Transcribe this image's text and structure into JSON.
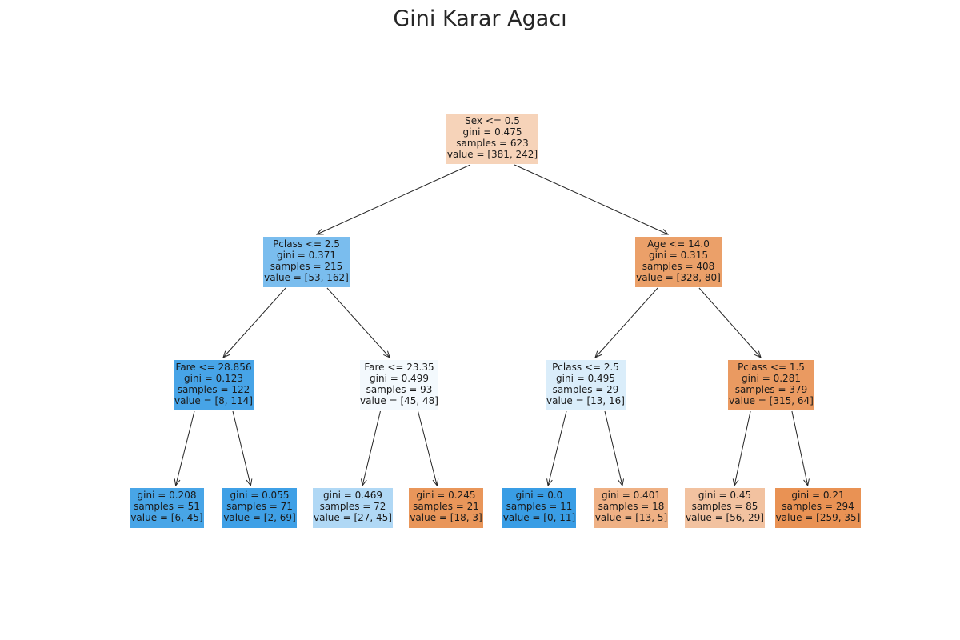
{
  "title": "Gini Karar Agacı",
  "nodes": [
    {
      "id": "n0",
      "lines": [
        "Sex <= 0.5",
        "gini = 0.475",
        "samples = 623",
        "value = [381, 242]"
      ],
      "color": "#f6d3b9"
    },
    {
      "id": "n1",
      "lines": [
        "Pclass <= 2.5",
        "gini = 0.371",
        "samples = 215",
        "value = [53, 162]"
      ],
      "color": "#7abdee"
    },
    {
      "id": "n2",
      "lines": [
        "Age <= 14.0",
        "gini = 0.315",
        "samples = 408",
        "value = [328, 80]"
      ],
      "color": "#eba069"
    },
    {
      "id": "n3",
      "lines": [
        "Fare <= 28.856",
        "gini = 0.123",
        "samples = 122",
        "value = [8, 114]"
      ],
      "color": "#47a4e7"
    },
    {
      "id": "n4",
      "lines": [
        "Fare <= 23.35",
        "gini = 0.499",
        "samples = 93",
        "value = [45, 48]"
      ],
      "color": "#f3f9fd"
    },
    {
      "id": "n5",
      "lines": [
        "Pclass <= 2.5",
        "gini = 0.495",
        "samples = 29",
        "value = [13, 16]"
      ],
      "color": "#daedfa"
    },
    {
      "id": "n6",
      "lines": [
        "Pclass <= 1.5",
        "gini = 0.281",
        "samples = 379",
        "value = [315, 64]"
      ],
      "color": "#ea9a61"
    },
    {
      "id": "n7",
      "lines": [
        "gini = 0.208",
        "samples = 51",
        "value = [6, 45]"
      ],
      "color": "#48a5e7"
    },
    {
      "id": "n8",
      "lines": [
        "gini = 0.055",
        "samples = 71",
        "value = [2, 69]"
      ],
      "color": "#3fa0e6"
    },
    {
      "id": "n9",
      "lines": [
        "gini = 0.469",
        "samples = 72",
        "value = [27, 45]"
      ],
      "color": "#b0d8f5"
    },
    {
      "id": "n10",
      "lines": [
        "gini = 0.245",
        "samples = 21",
        "value = [18, 3]"
      ],
      "color": "#e9965a"
    },
    {
      "id": "n11",
      "lines": [
        "gini = 0.0",
        "samples = 11",
        "value = [0, 11]"
      ],
      "color": "#399de5"
    },
    {
      "id": "n12",
      "lines": [
        "gini = 0.401",
        "samples = 18",
        "value = [13, 5]"
      ],
      "color": "#efb185"
    },
    {
      "id": "n13",
      "lines": [
        "gini = 0.45",
        "samples = 85",
        "value = [56, 29]"
      ],
      "color": "#f2c2a0"
    },
    {
      "id": "n14",
      "lines": [
        "gini = 0.21",
        "samples = 294",
        "value = [259, 35]"
      ],
      "color": "#e99254"
    }
  ],
  "edges": [
    [
      "n0",
      "n1"
    ],
    [
      "n0",
      "n2"
    ],
    [
      "n1",
      "n3"
    ],
    [
      "n1",
      "n4"
    ],
    [
      "n2",
      "n5"
    ],
    [
      "n2",
      "n6"
    ],
    [
      "n3",
      "n7"
    ],
    [
      "n3",
      "n8"
    ],
    [
      "n4",
      "n9"
    ],
    [
      "n4",
      "n10"
    ],
    [
      "n5",
      "n11"
    ],
    [
      "n5",
      "n12"
    ],
    [
      "n6",
      "n13"
    ],
    [
      "n6",
      "n14"
    ]
  ]
}
